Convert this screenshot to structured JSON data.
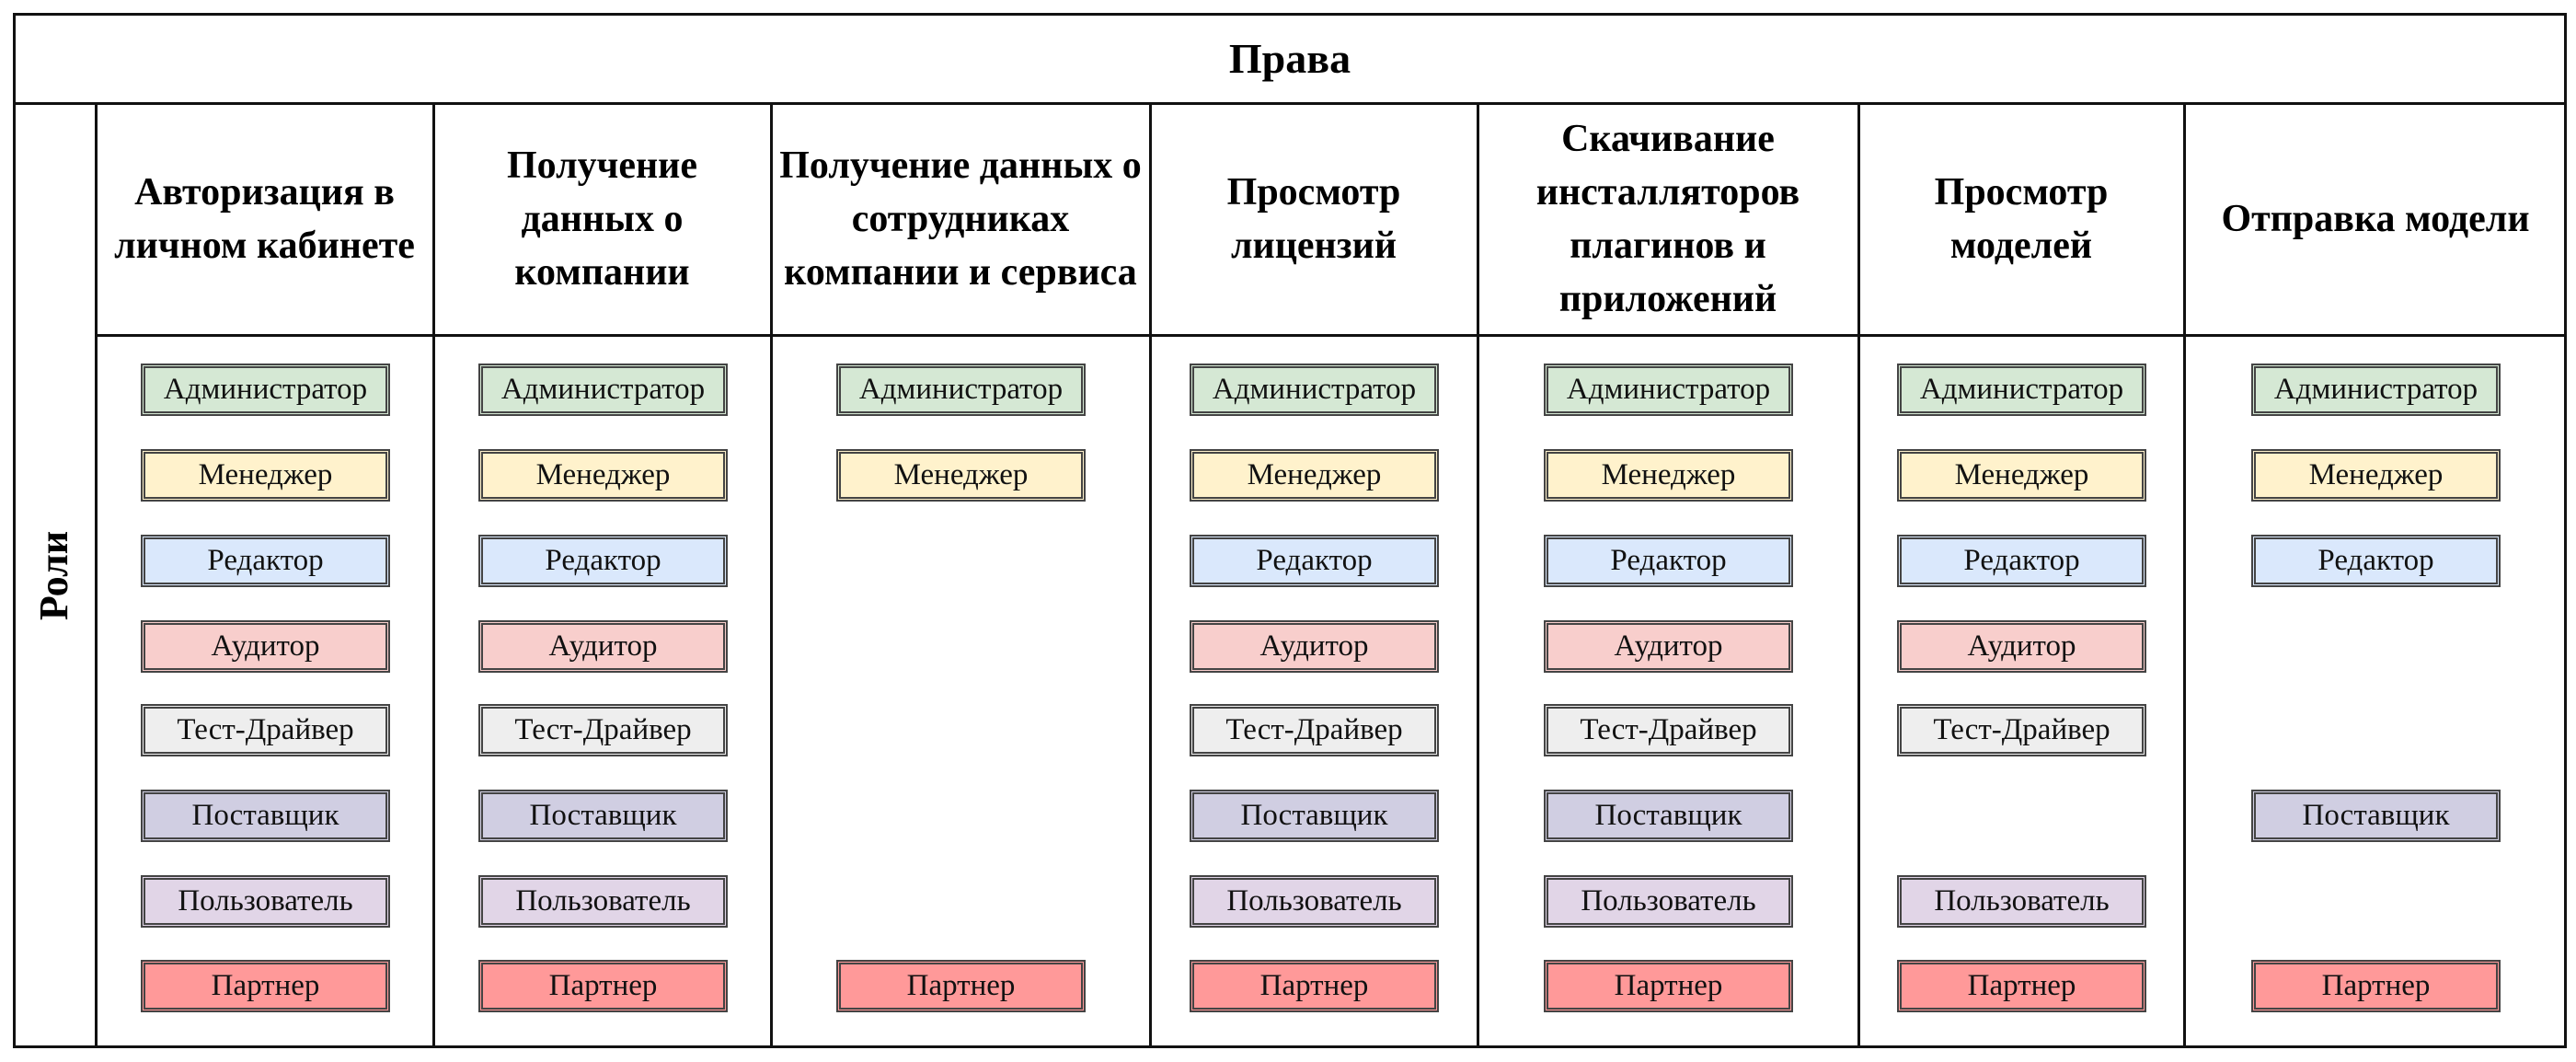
{
  "title": "Права",
  "roles_label": "Роли",
  "role_types": [
    {
      "key": "admin",
      "label": "Администратор",
      "color": "#d5e8d4"
    },
    {
      "key": "manager",
      "label": "Менеджер",
      "color": "#fff2cc"
    },
    {
      "key": "editor",
      "label": "Редактор",
      "color": "#dae8fc"
    },
    {
      "key": "auditor",
      "label": "Аудитор",
      "color": "#f8cecc"
    },
    {
      "key": "testdriver",
      "label": "Тест-Драйвер",
      "color": "#eeeeee"
    },
    {
      "key": "supplier",
      "label": "Поставщик",
      "color": "#d0cee2"
    },
    {
      "key": "user",
      "label": "Пользователь",
      "color": "#e1d5e7"
    },
    {
      "key": "partner",
      "label": "Партнер",
      "color": "#ff9999"
    }
  ],
  "columns": [
    {
      "label": "Авторизация в личном кабинете",
      "roles": [
        "admin",
        "manager",
        "editor",
        "auditor",
        "testdriver",
        "supplier",
        "user",
        "partner"
      ]
    },
    {
      "label": "Получение данных о компании",
      "roles": [
        "admin",
        "manager",
        "editor",
        "auditor",
        "testdriver",
        "supplier",
        "user",
        "partner"
      ]
    },
    {
      "label": "Получение данных о сотрудниках компании и сервиса",
      "roles": [
        "admin",
        "manager",
        "partner"
      ]
    },
    {
      "label": "Просмотр лицензий",
      "roles": [
        "admin",
        "manager",
        "editor",
        "auditor",
        "testdriver",
        "supplier",
        "user",
        "partner"
      ]
    },
    {
      "label": "Скачивание инсталляторов плагинов и приложений",
      "roles": [
        "admin",
        "manager",
        "editor",
        "auditor",
        "testdriver",
        "supplier",
        "user",
        "partner"
      ]
    },
    {
      "label": "Просмотр моделей",
      "roles": [
        "admin",
        "manager",
        "editor",
        "auditor",
        "testdriver",
        "user",
        "partner"
      ]
    },
    {
      "label": "Отправка модели",
      "roles": [
        "admin",
        "manager",
        "editor",
        "supplier",
        "partner"
      ]
    }
  ]
}
